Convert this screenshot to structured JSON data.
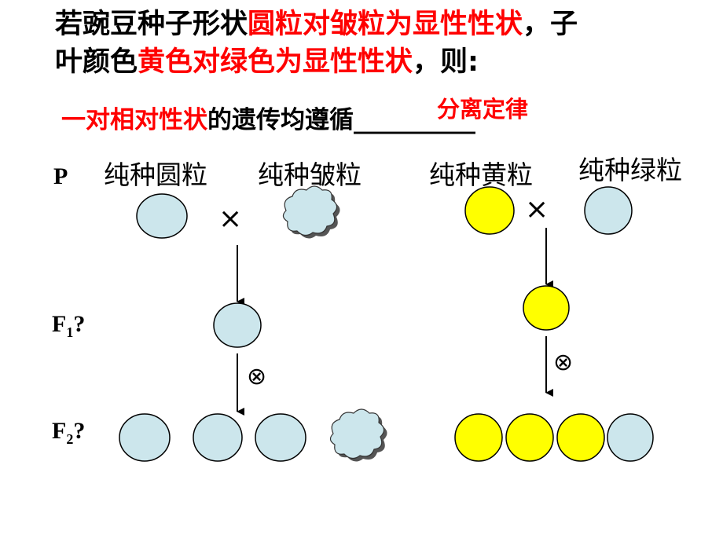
{
  "title": {
    "line1_a": "若豌豆种子形状",
    "line1_b": "圆粒对皱粒为显性性状",
    "line1_c": "，子",
    "line2_a": "叶颜色",
    "line2_b": "黄色对绿色为显性性状",
    "line2_c": "，则:"
  },
  "question": {
    "part_red": "一对相对性状",
    "part_black": "的遗传均遵循",
    "blank": "__________",
    "answer": "分离定律"
  },
  "generations": {
    "p": "P",
    "f1": "F",
    "f1_sub": "1",
    "f1_q": "?",
    "f2": "F",
    "f2_sub": "2",
    "f2_q": "?"
  },
  "parents": {
    "round": "纯种圆粒",
    "wrinkled": "纯种皱粒",
    "yellow": "纯种黄粒",
    "green": "纯种绿粒"
  },
  "symbols": {
    "cross": "×",
    "selfing": "⊗"
  },
  "colors": {
    "red": "#ff0000",
    "pea_green": "#cce6ec",
    "pea_yellow": "#ffff00",
    "outline": "#000000"
  }
}
